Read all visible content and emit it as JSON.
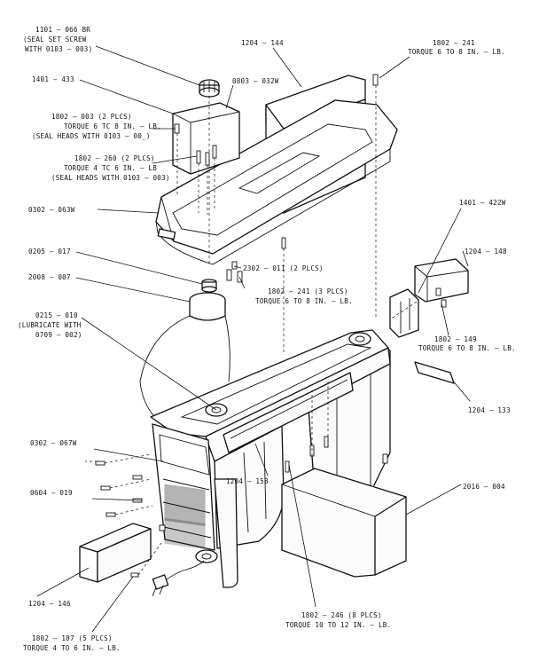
{
  "callouts": {
    "c1101_l1": "1101 – 066 BR",
    "c1101_l2": "(SEAL SET SCREW",
    "c1101_l3": "WITH 0103 – 003)",
    "c1204_144": "1204 – 144",
    "c1802_241_top_l1": "1802 – 241",
    "c1802_241_top_l2": "TORQUE 6 TO 8 IN. – LB.",
    "c1401_433": "1401 – 433",
    "c0803_032w": "0803 – 032W",
    "c1802_003_l1": "1802 – 003 (2 PLCS)",
    "c1802_003_l2": "TORQUE 6 TC 8 IN. – LB.",
    "c1802_003_l3": "(SEAL HEADS WITH 0103 – 00_)",
    "c1802_260_l1": "1802 – 260 (2 PLCS)",
    "c1802_260_l2": "TORQUE 4 TC 6 IN. – LB",
    "c1802_260_l3": "(SEAL HEADS WITH 0103 – 003)",
    "c0302_063w": "0302 – 063W",
    "c1401_422w": "1401 – 422W",
    "c0205_017": "0205 – 017",
    "c2302_011": "2302 – 011 (2 PLCS)",
    "c1204_148": "1204 – 148",
    "c2008_007": "2008 – 007",
    "c1802_241_3_l1": "1802 – 241 (3 PLCS)",
    "c1802_241_3_l2": "TORQUE 6 TO 8 IN. – LB.",
    "c0215_010_l1": "0215 – 010",
    "c0215_010_l2": "(LUBRICATE WITH",
    "c0215_010_l3": "0709 – 002)",
    "c1802_149_l1": "1802 – 149",
    "c1802_149_l2": "TORQUE 6 TO 8 IN. – LB.",
    "c1204_133": "1204 – 133",
    "c0302_067w": "0302 – 067W",
    "c1204_158": "1204 – 158",
    "c0604_019": "0604 – 019",
    "c2016_004": "2016 – 004",
    "c1204_146": "1204 – 146",
    "c1802_246_l1": "1802 – 246 (8 PLCS)",
    "c1802_246_l2": "TORQUE 10 TO 12 IN. – LB.",
    "c1802_187_l1": "1802 – 187 (5 PLCS)",
    "c1802_187_l2": "TORQUE 4 TO 6 IN. – LB."
  }
}
